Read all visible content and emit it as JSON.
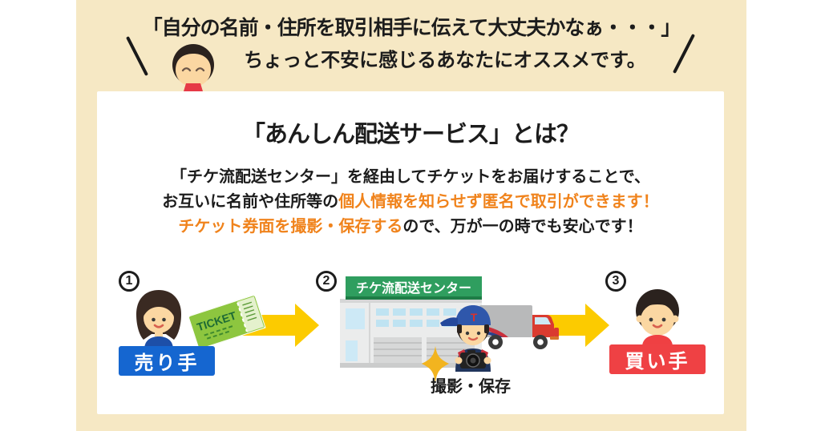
{
  "header": {
    "line1": "「自分の名前・住所を取引相手に伝えて大丈夫かなぁ・・・」",
    "line2": "ちょっと不安に感じるあなたにオススメです。"
  },
  "card": {
    "title": "「あんしん配送サービス」とは？",
    "body": {
      "line1": "「チケ流配送センター」を経由してチケットをお届けすることで、",
      "line2_black": "お互いに名前や住所等の",
      "line2_orange": "個人情報を知らせず匿名で取引ができます！",
      "line3_orange": "チケット券面を撮影・保存する",
      "line3_black": "ので、万が一の時でも安心です！"
    }
  },
  "diagram": {
    "steps": [
      {
        "number": "1",
        "label": "売り手"
      },
      {
        "number": "2",
        "sign": "チケ流配送センター",
        "caption": "撮影・保存"
      },
      {
        "number": "3",
        "label": "買い手"
      }
    ],
    "ticket_label": "TICKET",
    "courier_cap_letter": "T"
  },
  "colors": {
    "page_background": "#ffffff",
    "panel_background": "#f6e8c4",
    "card_background": "#ffffff",
    "text_black": "#1c1c1c",
    "accent_orange": "#f0831c",
    "seller_blue": "#1566d0",
    "buyer_red": "#ef4144",
    "center_green": "#2f9e5f",
    "arrow_yellow": "#fccb00",
    "ticket_green": "#8dc63f"
  }
}
